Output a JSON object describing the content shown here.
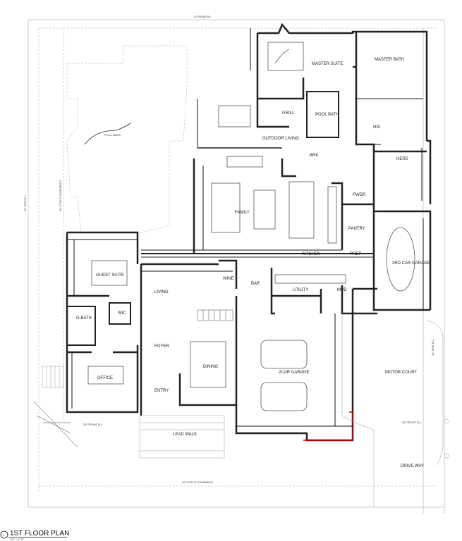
{
  "title": "1ST FLOOR PLAN",
  "scale": "1/4\" = 1'-0\"",
  "sheet_marker": "1",
  "setbacks": {
    "rear": "20' REAR B.L.",
    "front_left": "25' FRONT B.L.",
    "front_right": "25' FRONT B.L.",
    "side_left": "10' SIDE B.L.",
    "side_right": "10' SIDE B.L.",
    "utility_easement_bottom": "10' UTILITY EASEMENT",
    "utility_easement_side": "10' UTILITY EASEMENT"
  },
  "rooms": {
    "master_suite": "MASTER SUITE",
    "master_bath": "MASTER BATH",
    "grill": "GRILL",
    "pool_bath": "POOL BATH",
    "outdoor_living": "OUTDOOR LIVING",
    "his": "HIS",
    "hers": "HERS",
    "brk": "BRK",
    "pool_area": "POOL AREA",
    "family": "FAMILY",
    "pwdr": "PWDR",
    "pantry": "PANTRY",
    "kitchen": "KITCHEN",
    "prep": "PREP",
    "guest_suite": "GUEST SUITE",
    "garage_3": "3RD CAR GARAGE",
    "wine": "WINE",
    "bar": "BAR",
    "utility": "UTILITY",
    "mud": "MUD",
    "living": "LIVING",
    "g_bath": "G.BATH",
    "wic": "WIC",
    "foyer": "FOYER",
    "dining": "DINING",
    "garage_2": "2CAR GARAGE",
    "motor_court": "MOTOR COURT",
    "office": "OFFICE",
    "entry": "ENTRY",
    "lead_walk": "LEAD WALK",
    "drive_way": "DRIVE WAY"
  },
  "colors": {
    "wall": "#222222",
    "accent_line": "#cc0000"
  }
}
